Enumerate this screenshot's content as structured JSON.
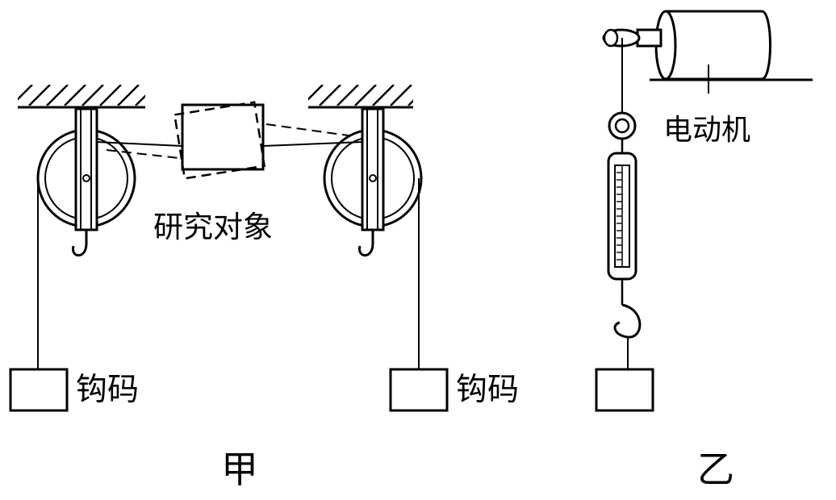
{
  "labels": {
    "object": "研究对象",
    "weight_left": "钩码",
    "weight_right": "钩码",
    "motor": "电动机",
    "fig_jia": "甲",
    "fig_yi": "乙"
  }
}
